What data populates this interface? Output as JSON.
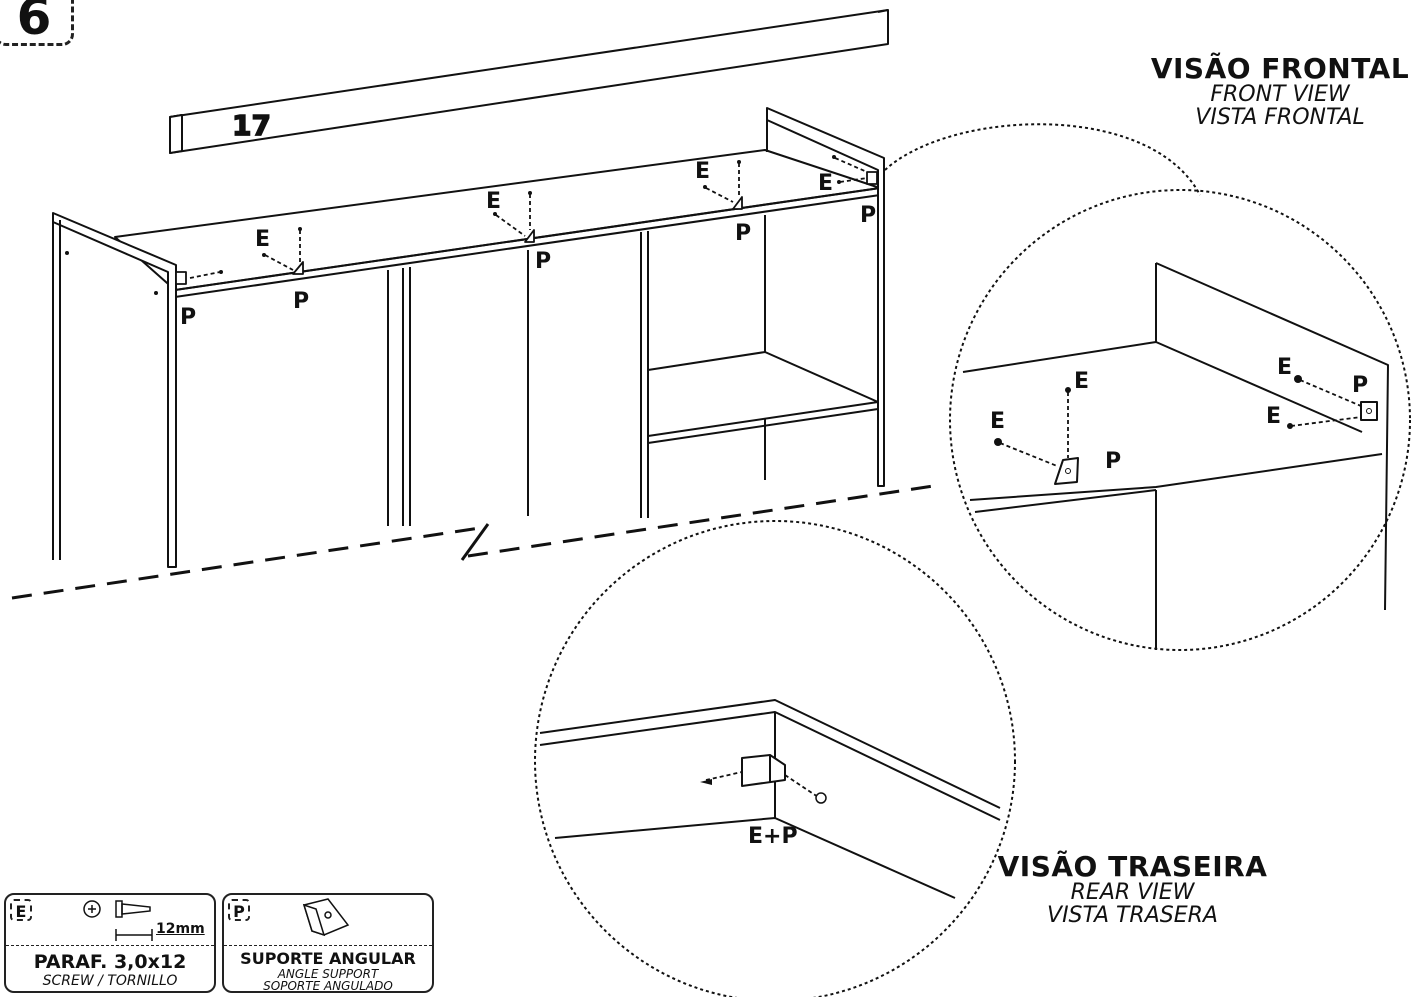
{
  "step": {
    "number": "6"
  },
  "part_number": "17",
  "labels": {
    "screw": "E",
    "support": "P",
    "combo": "E+P"
  },
  "front_view": {
    "title": "VISÃO FRONTAL",
    "subtitle_en": "FRONT VIEW",
    "subtitle_es": "VISTA FRONTAL"
  },
  "rear_view": {
    "title": "VISÃO TRASEIRA",
    "subtitle_en": "REAR VIEW",
    "subtitle_es": "VISTA TRASERA"
  },
  "legend": {
    "screw": {
      "tag": "E",
      "length": "12mm",
      "name": "PARAF. 3,0x12",
      "translation": "SCREW / TORNILLO"
    },
    "support": {
      "tag": "P",
      "name": "SUPORTE ANGULAR",
      "translation_en": "ANGLE SUPPORT",
      "translation_es": "SOPORTE ANGULADO"
    }
  },
  "icons": [
    "phillips-head-icon",
    "screw-icon",
    "angle-bracket-icon"
  ]
}
